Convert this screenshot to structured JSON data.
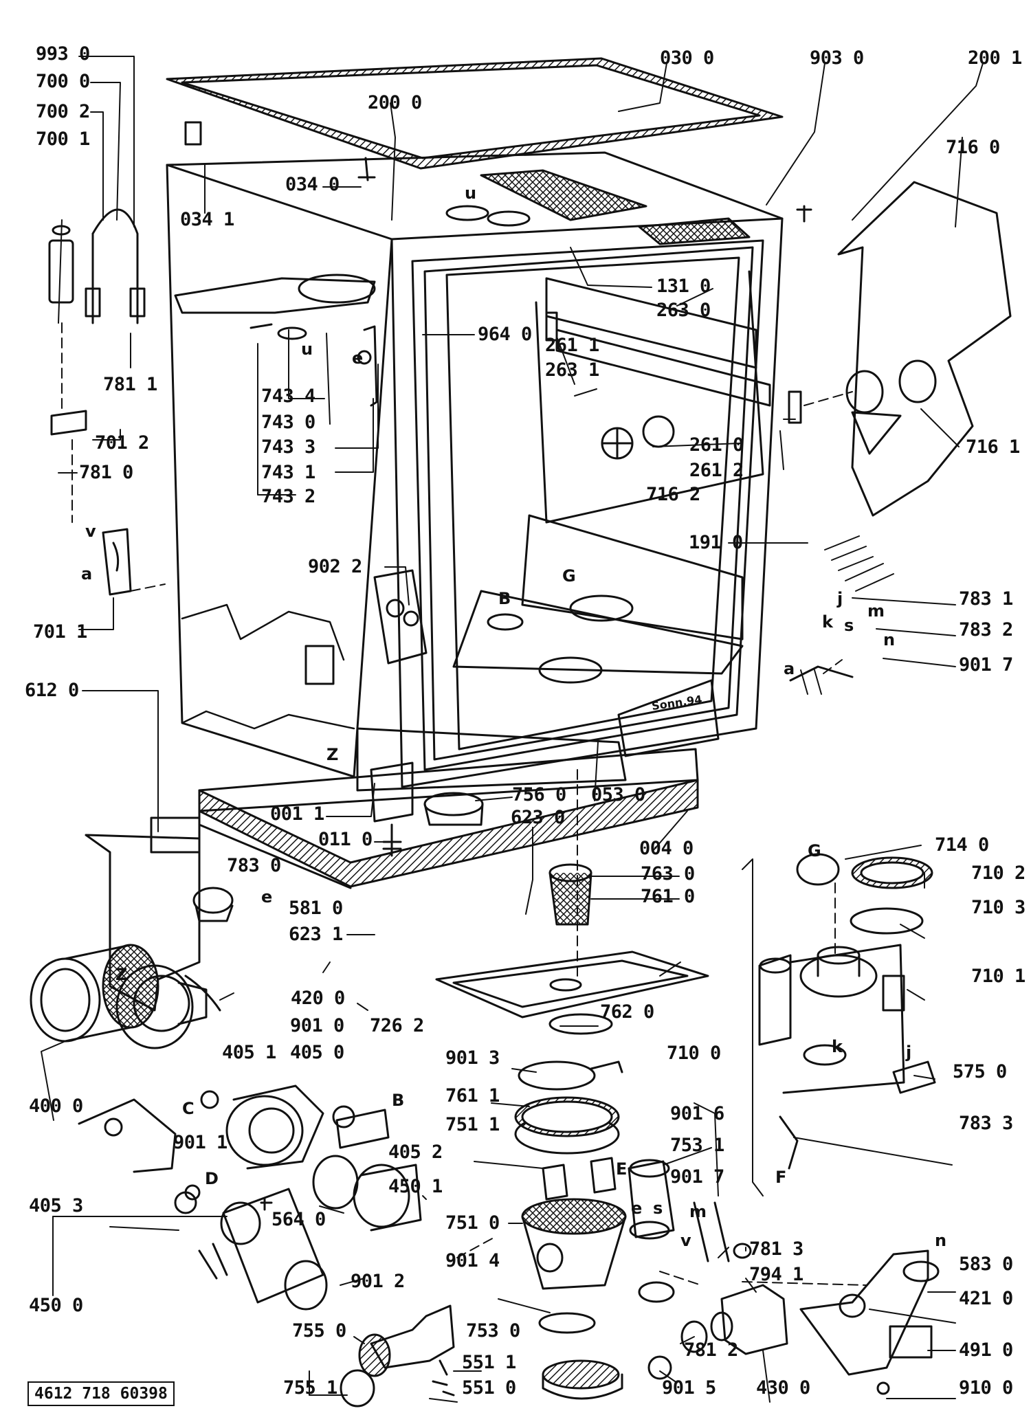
{
  "document_code": "4612 718 60398",
  "parts": {
    "p9930": "993 0",
    "p7000": "700 0",
    "p7002": "700 2",
    "p7001": "700 1",
    "p0300": "030 0",
    "p9030": "903 0",
    "p2001": "200 1",
    "p2000": "200 0",
    "p0340": "034 0",
    "p0341": "034 1",
    "p7160": "716 0",
    "p1310": "131 0",
    "p2630": "263 0",
    "p9640": "964 0",
    "p2611": "261 1",
    "p2631": "263 1",
    "p7811": "781 1",
    "p7434": "743 4",
    "p7430": "743 0",
    "p7433": "743 3",
    "p7431": "743 1",
    "p7432": "743 2",
    "p7012": "701 2",
    "p7810": "781 0",
    "p2610": "261 0",
    "p2612": "261 2",
    "p7161": "716 1",
    "p7162": "716 2",
    "p1910": "191 0",
    "p9022": "902 2",
    "p7831": "783 1",
    "p7832": "783 2",
    "p7011": "701 1",
    "p9017a": "901 7",
    "p6120": "612 0",
    "p0011": "001 1",
    "p7560": "756 0",
    "p0530": "053 0",
    "p0110": "011 0",
    "p6230": "623 0",
    "p0040": "004 0",
    "p7830": "783 0",
    "p7140": "714 0",
    "p7630": "763 0",
    "p7102": "710 2",
    "p5810": "581 0",
    "p7610": "761 0",
    "p7103": "710 3",
    "p6231": "623 1",
    "p7101": "710 1",
    "p4200": "420 0",
    "p7620": "762 0",
    "p9010": "901 0",
    "p7262": "726 2",
    "p4051": "405 1",
    "p4050": "405 0",
    "p7100": "710 0",
    "p9013": "901 3",
    "p5750": "575 0",
    "p4000": "400 0",
    "p7611": "761 1",
    "p9016": "901 6",
    "p7833": "783 3",
    "p7511": "751 1",
    "p7531": "753 1",
    "p9011": "901 1",
    "p4052": "405 2",
    "p9017b": "901 7",
    "p4053": "405 3",
    "p4501": "450 1",
    "p5640": "564 0",
    "p7510": "751 0",
    "p7813": "781 3",
    "p5830": "583 0",
    "p9014": "901 4",
    "p9012": "901 2",
    "p7941": "794 1",
    "p4500": "450 0",
    "p4210": "421 0",
    "p7550": "755 0",
    "p7530": "753 0",
    "p7812": "781 2",
    "p4910": "491 0",
    "p5511": "551 1",
    "p7551": "755 1",
    "p5510": "551 0",
    "p9015": "901 5",
    "p4300": "430 0",
    "p9100": "910 0"
  },
  "letters": {
    "u1": "u",
    "u2": "u",
    "e1": "e",
    "v1": "v",
    "a1": "a",
    "G1": "G",
    "B1": "B",
    "j1": "j",
    "k1": "k",
    "s1": "s",
    "m1": "m",
    "n1": "n",
    "a2": "a",
    "Z1": "Z",
    "Z2": "Z",
    "e2": "e",
    "G2": "G",
    "k2": "k",
    "C1": "C",
    "B2": "B",
    "j2": "j",
    "F1": "F",
    "D1": "D",
    "E1": "E",
    "e3": "e",
    "s2": "s",
    "m2": "m",
    "v2": "v",
    "n2": "n"
  },
  "inscription": "Sonn.94"
}
